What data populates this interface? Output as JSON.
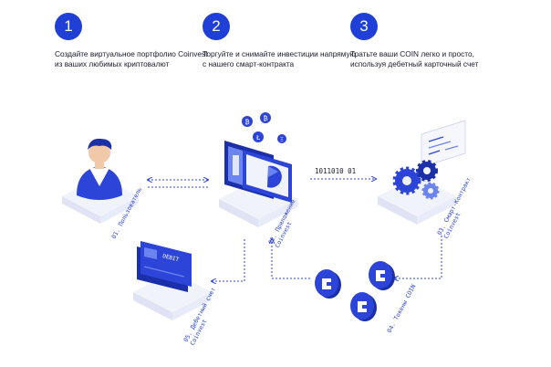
{
  "steps": [
    {
      "number": "1",
      "text": "Создайте виртуальное портфолио Coinvest из ваших любимых криптовалют"
    },
    {
      "number": "2",
      "text": "Торгуйте и снимайте инвестиции напрямую с нашего смарт-контракта"
    },
    {
      "number": "3",
      "text": "Тратьте ваши COIN легко и просто, используя дебетный карточный счет"
    }
  ],
  "platforms": {
    "user": {
      "line1": "01. Пользователь",
      "line2": ""
    },
    "app": {
      "line1": "02. Приложение",
      "line2": "Coinvest"
    },
    "contract": {
      "line1": "03. Смарт-Контракт",
      "line2": "Coinvest"
    },
    "tokens": {
      "line1": "04. Токены COIN",
      "line2": ""
    },
    "debit": {
      "line1": "05. Дебетный счет",
      "line2": "Coinvest"
    }
  },
  "binary_label": "1011010 01",
  "card_label": "DEBIT",
  "colors": {
    "accent": "#1f3fd6",
    "blue_dark": "#1a2fa8",
    "blue_mid": "#2c45d8",
    "blue_light": "#6c84f0",
    "platform_top": "#f1f3fb",
    "platform_side": "#dfe3f4"
  }
}
